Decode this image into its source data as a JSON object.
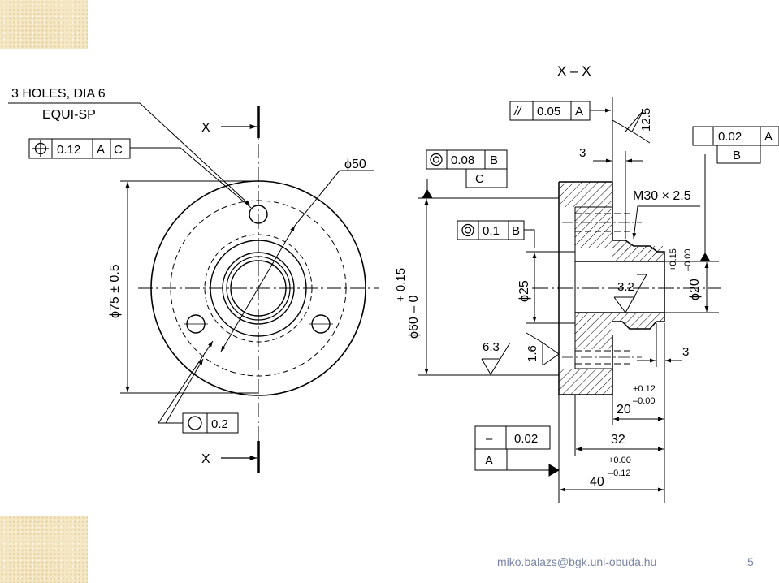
{
  "slide": {
    "footer_email": "miko.balazs@bgk.uni-obuda.hu",
    "page_number": "5"
  },
  "front_view": {
    "holes_label_line1": "3 HOLES, DIA 6",
    "holes_label_line2": "EQUI-SP",
    "position_frame": {
      "symbol": "⌖",
      "value": "0.12",
      "datum1": "A",
      "datum2": "C"
    },
    "section_mark": "X",
    "dia50": "ϕ50",
    "dia75": "ϕ75 ± 0.5",
    "circularity_frame": {
      "symbol": "○",
      "value": "0.2"
    }
  },
  "section_view": {
    "title": "X – X",
    "parallelism_frame": {
      "symbol": "//",
      "value": "0.05",
      "datum": "A"
    },
    "roughness_top": "12.5",
    "dim_3_top": "3",
    "perp_frame": {
      "symbol": "⊥",
      "value": "0.02",
      "datum": "A"
    },
    "datum_b": "B",
    "conc_frame_1": {
      "value": "0.08",
      "datum": "B"
    },
    "datum_c": "C",
    "thread": "M30 × 2.5",
    "conc_frame_2": {
      "value": "0.1",
      "datum": "B"
    },
    "dia25": "ϕ25",
    "dia60_main": "ϕ60 – 0",
    "dia60_tol": "+ 0.15",
    "roughness_bore": "3.2",
    "dia20_main": "ϕ20",
    "dia20_tol_upper": "+0.15",
    "dia20_tol_lower": "–0.00",
    "roughness_face": "6.3",
    "roughness_side": "1.6",
    "dim_3_right": "3",
    "len20_main": "20",
    "len20_upper": "+0.12",
    "len20_lower": "–0.00",
    "flatness_frame": {
      "symbol": "–",
      "value": "0.02",
      "datum": "A"
    },
    "len32": "32",
    "len40_main": "40",
    "len40_upper": "+0.00",
    "len40_lower": "–0.12"
  }
}
